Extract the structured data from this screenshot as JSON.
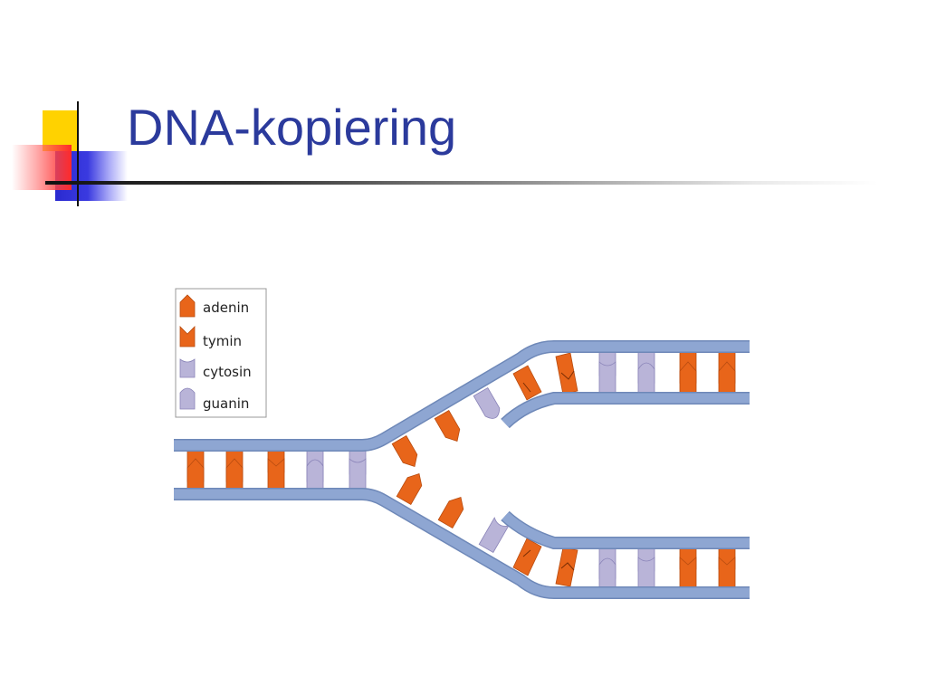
{
  "slide": {
    "title": "DNA-kopiering"
  },
  "legend": {
    "items": [
      {
        "key": "adenin",
        "label": "adenin"
      },
      {
        "key": "tymin",
        "label": "tymin"
      },
      {
        "key": "cytosin",
        "label": "cytosin"
      },
      {
        "key": "guanin",
        "label": "guanin"
      }
    ]
  },
  "colors": {
    "title": "#2b3a9c",
    "strand": "#8ea6d2",
    "strand_edge": "#6e88b8",
    "purine_pyrimidine_orange": "#e8651a",
    "cytosin_guanin_lilac": "#b9b4d8",
    "accent_yellow": "#ffd200",
    "accent_red": "#ff2a2a",
    "accent_blue": "#2a2ad0"
  }
}
